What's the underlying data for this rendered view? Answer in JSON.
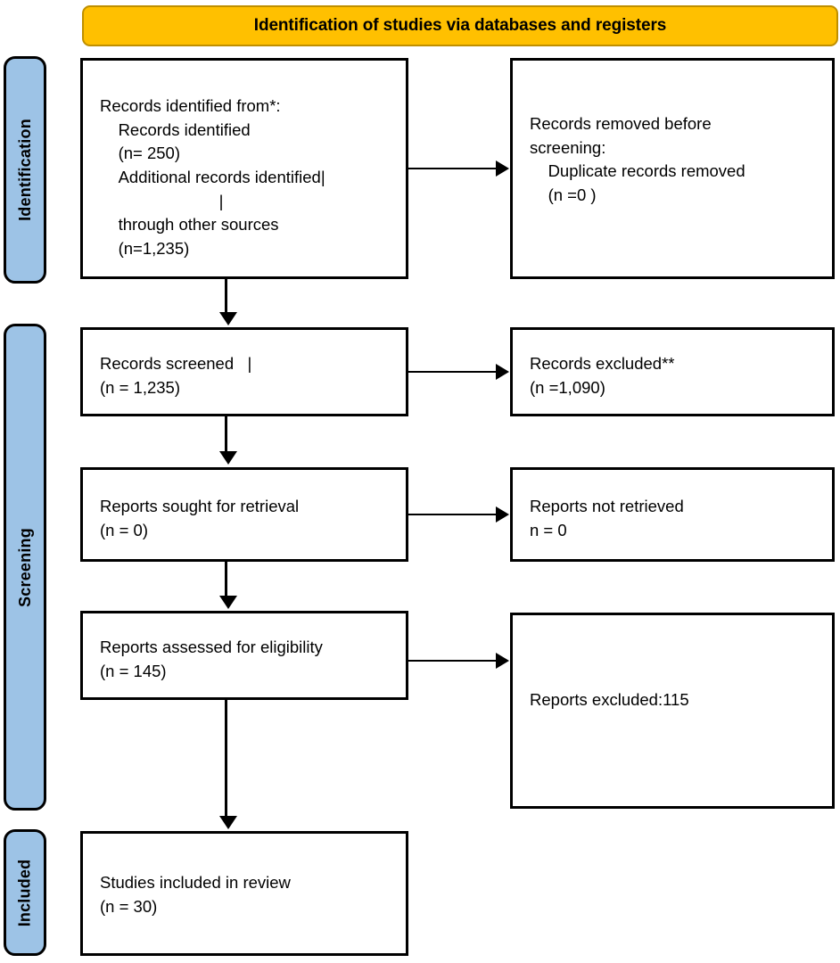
{
  "banner": {
    "title": "Identification of studies via databases and registers",
    "background": "#FFC000",
    "border": "#BF8F00"
  },
  "stages": {
    "color": "#9DC3E6",
    "items": [
      {
        "key": "identification",
        "label": "Identification"
      },
      {
        "key": "screening",
        "label": "Screening"
      },
      {
        "key": "included",
        "label": "Included"
      }
    ]
  },
  "boxes": {
    "identified": {
      "name": "records-identified",
      "text": "Records identified from*:\n    Records identified\n    (n= 250)\n    Additional records identified|\n                          |\n    through other sources\n    (n=1,235)"
    },
    "removed": {
      "name": "records-removed-before-screening",
      "line1_prefix": "Records removed ",
      "line1_italic": "before",
      "line2_italic": "screening",
      "line2_suffix": ":",
      "line3": "    Duplicate records removed",
      "line4": "    (n =0 )"
    },
    "screened": {
      "name": "records-screened",
      "text": "Records screened   |\n(n = 1,235)"
    },
    "excluded_records": {
      "name": "records-excluded",
      "text": "Records excluded**\n(n =1,090)"
    },
    "sought": {
      "name": "reports-sought-for-retrieval",
      "text": "Reports sought for retrieval\n(n = 0)"
    },
    "not_retrieved": {
      "name": "reports-not-retrieved",
      "text": "Reports not retrieved\nn = 0"
    },
    "assessed": {
      "name": "reports-assessed-for-eligibility",
      "text": "Reports assessed for eligibility\n(n = 145)"
    },
    "excluded_reports": {
      "name": "reports-excluded",
      "text": "Reports excluded:115"
    },
    "included": {
      "name": "studies-included-in-review",
      "text": "Studies included in review\n(n = 30)"
    }
  },
  "chart_data": {
    "type": "diagram",
    "title": "PRISMA flow diagram - Identification of studies via databases and registers",
    "stages": [
      "Identification",
      "Screening",
      "Included"
    ],
    "nodes": [
      {
        "id": "identified",
        "stage": "Identification",
        "label": "Records identified from*",
        "counts": {
          "records_identified": 250,
          "additional_records_through_other_sources": 1235
        }
      },
      {
        "id": "removed",
        "stage": "Identification",
        "label": "Records removed before screening",
        "counts": {
          "duplicate_records_removed": 0
        }
      },
      {
        "id": "screened",
        "stage": "Screening",
        "label": "Records screened",
        "counts": {
          "n": 1235
        }
      },
      {
        "id": "excluded_records",
        "stage": "Screening",
        "label": "Records excluded**",
        "counts": {
          "n": 1090
        }
      },
      {
        "id": "sought",
        "stage": "Screening",
        "label": "Reports sought for retrieval",
        "counts": {
          "n": 0
        }
      },
      {
        "id": "not_retrieved",
        "stage": "Screening",
        "label": "Reports not retrieved",
        "counts": {
          "n": 0
        }
      },
      {
        "id": "assessed",
        "stage": "Screening",
        "label": "Reports assessed for eligibility",
        "counts": {
          "n": 145
        }
      },
      {
        "id": "excluded_reports",
        "stage": "Screening",
        "label": "Reports excluded",
        "counts": {
          "n": 115
        }
      },
      {
        "id": "included",
        "stage": "Included",
        "label": "Studies included in review",
        "counts": {
          "n": 30
        }
      }
    ],
    "edges": [
      {
        "from": "identified",
        "to": "removed",
        "direction": "right"
      },
      {
        "from": "identified",
        "to": "screened",
        "direction": "down"
      },
      {
        "from": "screened",
        "to": "excluded_records",
        "direction": "right"
      },
      {
        "from": "screened",
        "to": "sought",
        "direction": "down"
      },
      {
        "from": "sought",
        "to": "not_retrieved",
        "direction": "right"
      },
      {
        "from": "sought",
        "to": "assessed",
        "direction": "down"
      },
      {
        "from": "assessed",
        "to": "excluded_reports",
        "direction": "right"
      },
      {
        "from": "assessed",
        "to": "included",
        "direction": "down"
      }
    ]
  }
}
